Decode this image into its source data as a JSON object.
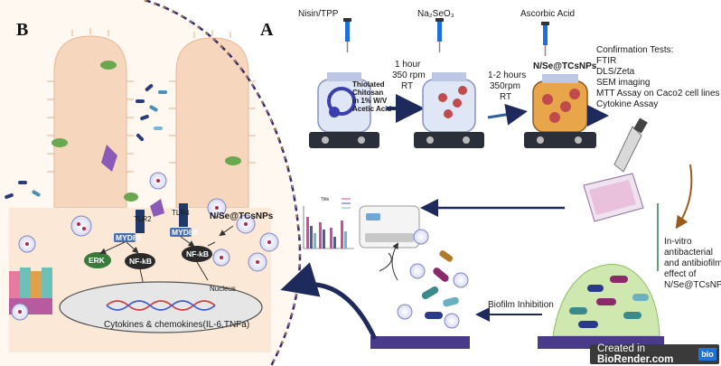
{
  "panels": {
    "a": "A",
    "b": "B"
  },
  "steps": {
    "nisin": "Nisin/TPP",
    "na2seo3": "Na₂SeO₃",
    "ascorbic": "Ascorbic Acid",
    "jar1": [
      "Thiolated",
      "Chitosan",
      "in 1% W/V",
      "Acetic Acid"
    ],
    "cond1": [
      "1 hour",
      "350 rpm",
      "RT"
    ],
    "cond2": [
      "1-2 hours",
      "350rpm",
      "RT"
    ],
    "jar3_label": "N/Se@TCsNPs"
  },
  "confirmation": {
    "title": "Confirmation Tests:",
    "items": [
      "FTIR",
      "DLS/Zeta",
      "SEM imaging",
      "MTT Assay on Caco2 cell lines",
      "Cytokine Assay"
    ]
  },
  "invitro": [
    "In-vitro",
    "antibacterial",
    "and antibiofilm",
    "effect of",
    "N/Se@TCsNPs"
  ],
  "biofilm_label": "Biofilm Inhibition",
  "chart_mini_title": "Title",
  "cell": {
    "tlr2": "TLR2",
    "tlr4": "TLR4",
    "myd88": "MYD88",
    "erk": "ERK",
    "nfkb1": "NF-kB",
    "nfkb2": "NF-kB",
    "np_label": "N/Se@TCsNPs",
    "nucleus": "Nucleus",
    "cytokines": "Cytokines & chemokines(IL-6,TNFa)"
  },
  "watermark": {
    "prefix": "Created in ",
    "brand": "BioRender.com",
    "logo": "bio"
  },
  "colors": {
    "navy": "#1f2a5c",
    "villus": "#f6d7bd",
    "dashed_line": "#3b2a6b",
    "accent_orange": "#b5651d"
  }
}
